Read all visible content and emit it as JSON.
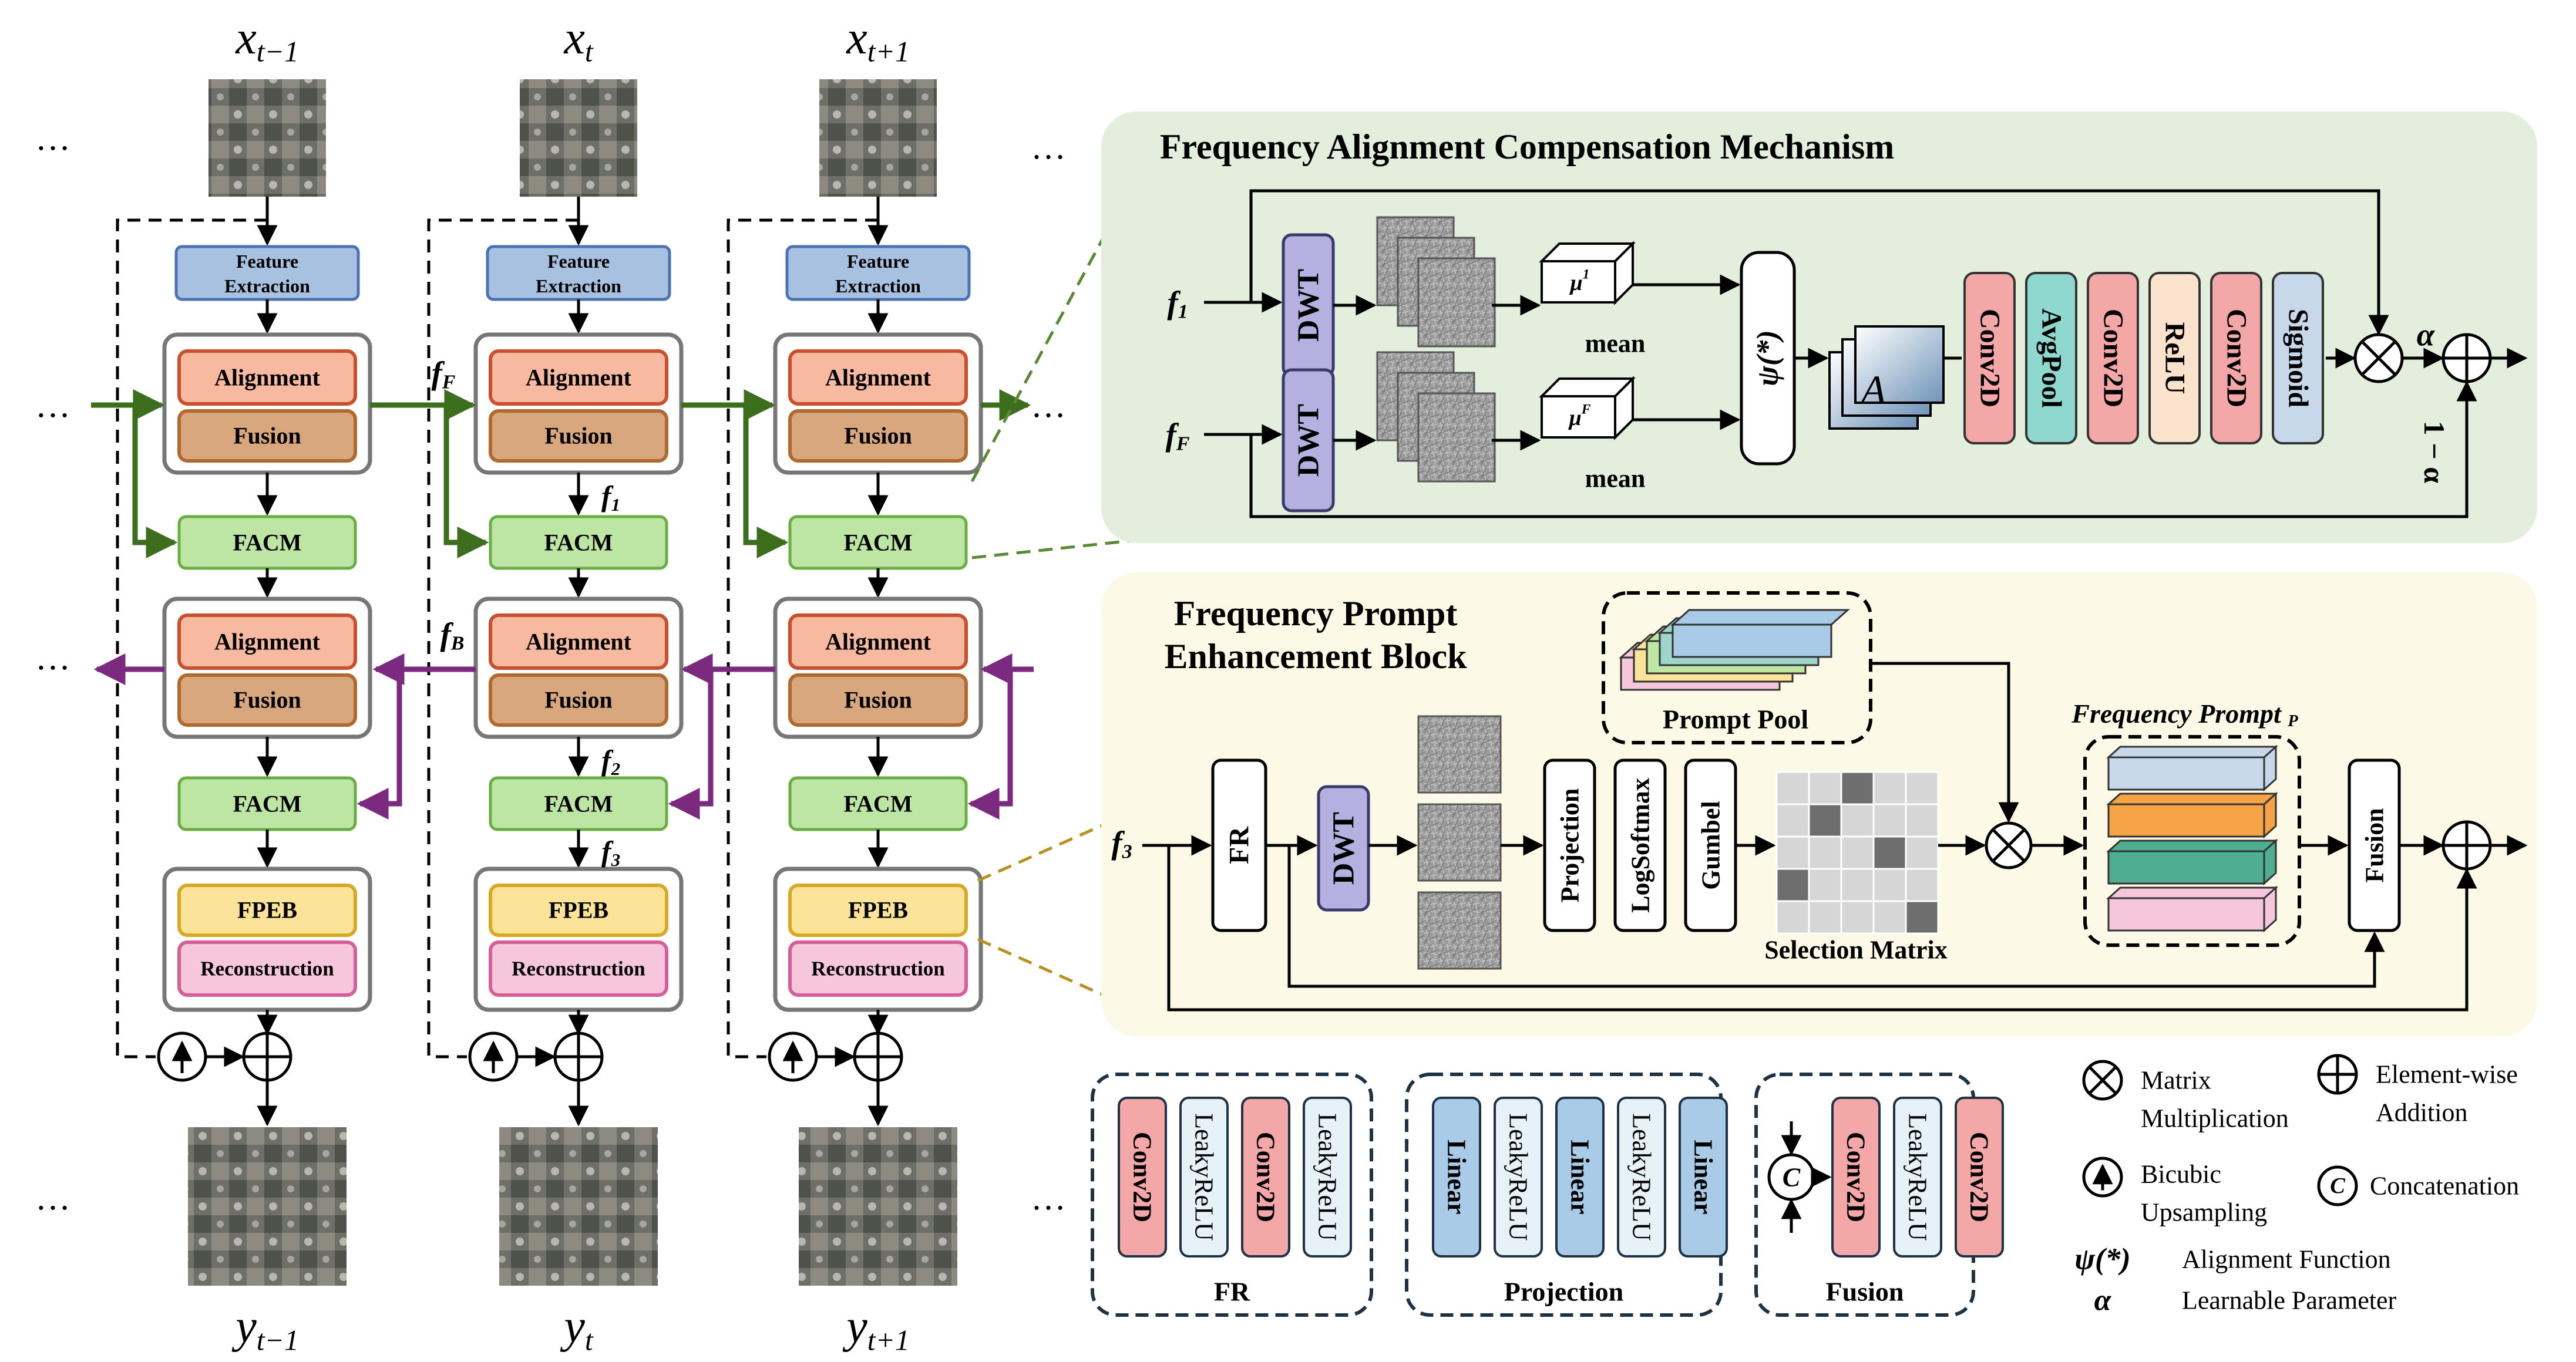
{
  "columns": [
    {
      "input": "x_{t-1}",
      "input_sub": "t−1",
      "output_sub": "t−1"
    },
    {
      "input": "x_t",
      "input_sub": "t",
      "output_sub": "t"
    },
    {
      "input": "x_{t+1}",
      "input_sub": "t+1",
      "output_sub": "t+1"
    }
  ],
  "labels": {
    "x": "x",
    "y": "y",
    "feature_extraction_1": "Feature",
    "feature_extraction_2": "Extraction",
    "alignment": "Alignment",
    "fusion": "Fusion",
    "facm": "FACM",
    "fpeb": "FPEB",
    "reconstruction": "Reconstruction",
    "ellipsis": "…",
    "fF": "f",
    "fF_sub": "F",
    "fB": "f",
    "fB_sub": "B",
    "f1": "f",
    "f1_sub": "1",
    "f2": "f",
    "f2_sub": "2",
    "f3": "f",
    "f3_sub": "3"
  },
  "facm_panel": {
    "title": "Frequency Alignment Compensation Mechanism",
    "f1": "f",
    "f1_sub": "1",
    "fF": "f",
    "fF_sub": "F",
    "dwt": "DWT",
    "mu1": "μ",
    "mu1_sup": "1",
    "muF": "μ",
    "muF_sup": "F",
    "mean": "mean",
    "psi": "ψ(*)",
    "A": "A",
    "layers": [
      "Conv2D",
      "AvgPool",
      "Conv2D",
      "ReLU",
      "Conv2D",
      "Sigmoid"
    ],
    "alpha": "α",
    "one_minus_alpha": "1 − α"
  },
  "fpeb_panel": {
    "title_1": "Frequency Prompt",
    "title_2": "Enhancement Block",
    "prompt_pool": "Prompt Pool",
    "freq_prompt": "Frequency Prompt",
    "freq_prompt_p": "P",
    "f3": "f",
    "f3_sub": "3",
    "fr": "FR",
    "dwt": "DWT",
    "projection": "Projection",
    "logsoftmax": "LogSoftmax",
    "gumbel": "Gumbel",
    "selection_matrix": "Selection Matrix",
    "fusion": "Fusion"
  },
  "legend_blocks": [
    {
      "title": "FR",
      "layers": [
        "Conv2D",
        "LeakyReLU",
        "Conv2D",
        "LeakyReLU"
      ]
    },
    {
      "title": "Projection",
      "layers": [
        "Linear",
        "LeakyReLU",
        "Linear",
        "LeakyReLU",
        "Linear"
      ]
    },
    {
      "title": "Fusion",
      "layers": [
        "Conv2D",
        "LeakyReLU",
        "Conv2D"
      ],
      "concat": "C"
    }
  ],
  "legend": {
    "matrix_mult_1": "Matrix",
    "matrix_mult_2": "Multiplication",
    "elem_add_1": "Element-wise",
    "elem_add_2": "Addition",
    "bicubic_1": "Bicubic",
    "bicubic_2": "Upsampling",
    "concat": "Concatenation",
    "concat_symbol": "C",
    "psi": "ψ(*)",
    "psi_desc": "Alignment Function",
    "alpha": "α",
    "alpha_desc": "Learnable Parameter"
  },
  "colors": {
    "feature": "#a9c1e0",
    "feature_border": "#4a72b5",
    "alignment": "#f7b9a0",
    "alignment_border": "#c9502e",
    "fusion": "#d9a77d",
    "fusion_border": "#b06a30",
    "facm": "#bde5a4",
    "facm_border": "#6aad45",
    "fpeb": "#fbe49a",
    "fpeb_border": "#d8a926",
    "recon": "#f6c6dc",
    "recon_border": "#d55f97",
    "green_arrow": "#3c6e1e",
    "purple_arrow": "#7b2a80",
    "facm_bg": "#e4eedc",
    "fpeb_bg": "#fcf9e6",
    "conv": "#f4a7a7",
    "avgpool": "#8fd8d0",
    "relu": "#fbe2cc",
    "sigmoid": "#c7d8ea",
    "dwt": "#b6b0e0",
    "linear": "#a9cbe8",
    "leaky": "#e6f1f8"
  }
}
